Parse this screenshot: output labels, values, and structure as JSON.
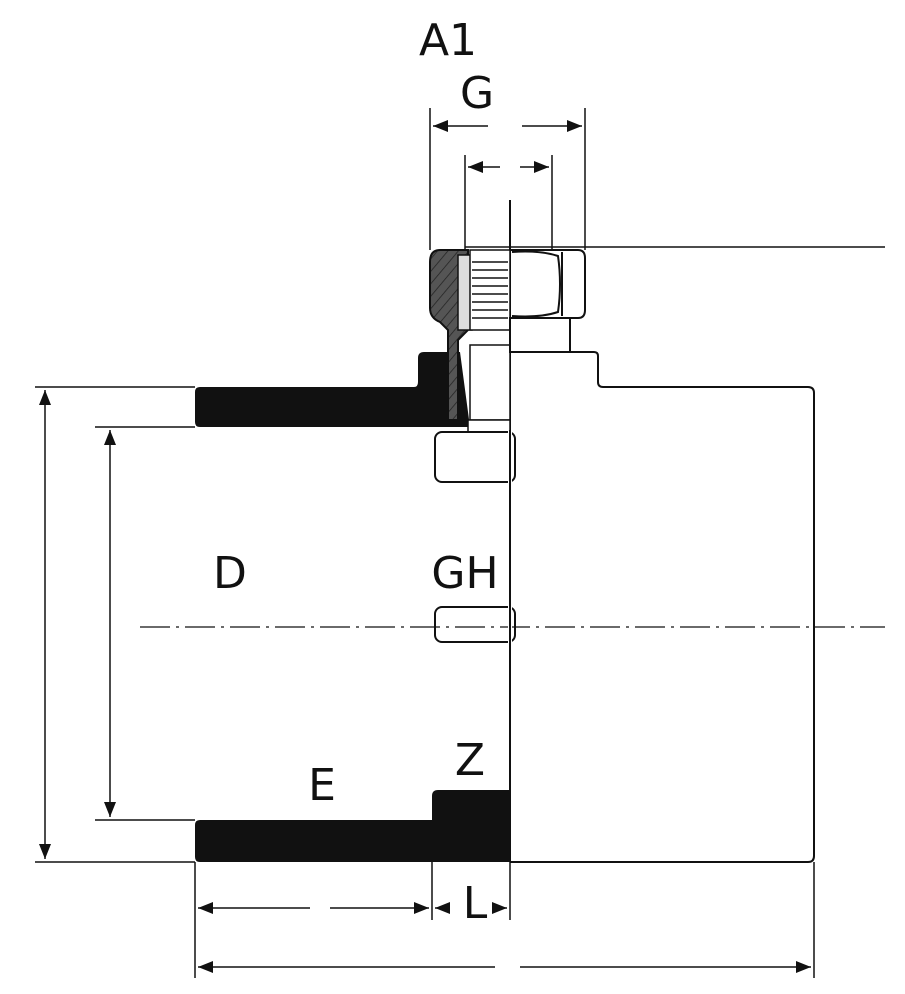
{
  "labels": {
    "a1": "A1",
    "g": "G",
    "d": "D",
    "gh": "GH",
    "e": "E",
    "z": "Z",
    "l": "L"
  },
  "colors": {
    "ink": "#111111",
    "hatch_fill": "#555555",
    "insert_fill": "#d8d8d8"
  }
}
